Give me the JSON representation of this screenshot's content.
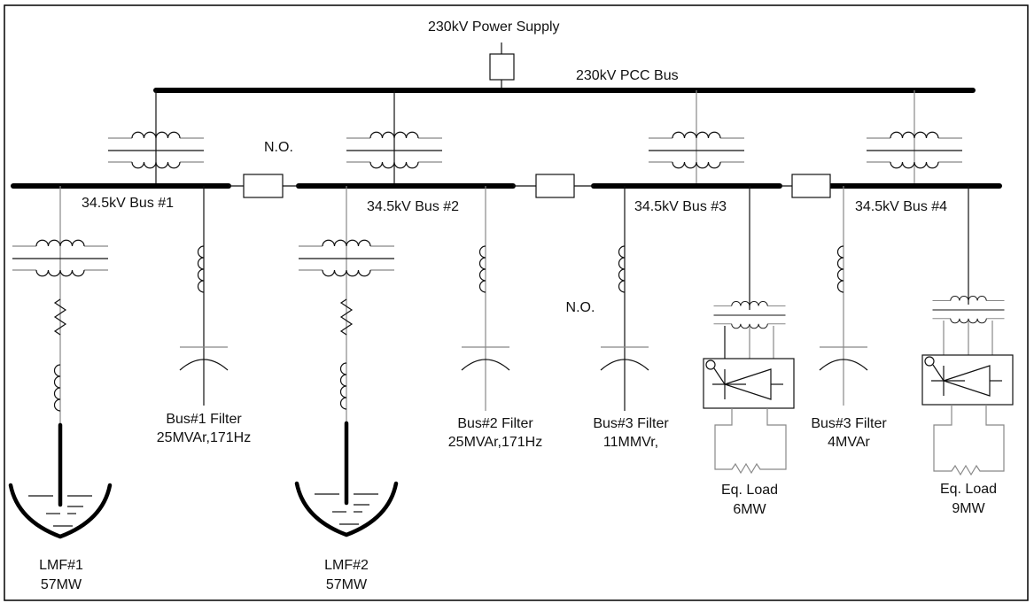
{
  "diagram": {
    "type": "single-line electrical diagram",
    "supply": {
      "label": "230kV Power Supply"
    },
    "pcc_bus": {
      "label": "230kV PCC Bus"
    },
    "buses": [
      {
        "id": "bus1",
        "label": "34.5kV Bus #1"
      },
      {
        "id": "bus2",
        "label": "34.5kV Bus #2"
      },
      {
        "id": "bus3",
        "label": "34.5kV Bus #3"
      },
      {
        "id": "bus4",
        "label": "34.5kV Bus #4"
      }
    ],
    "tie_breakers": [
      {
        "between": "bus1-bus2",
        "status_label": "N.O."
      },
      {
        "between": "bus2-bus3",
        "status_label": ""
      },
      {
        "between": "bus3-bus4",
        "status_label": ""
      }
    ],
    "loads": [
      {
        "id": "lmf1",
        "name": "LMF#1",
        "rating": "57MW",
        "bus": "bus1",
        "type": "ladle melt furnace"
      },
      {
        "id": "lmf2",
        "name": "LMF#2",
        "rating": "57MW",
        "bus": "bus2",
        "type": "ladle melt furnace"
      },
      {
        "id": "eq6",
        "name": "Eq. Load",
        "rating": "6MW",
        "bus": "bus3",
        "type": "rectifier load"
      },
      {
        "id": "eq9",
        "name": "Eq. Load",
        "rating": "9MW",
        "bus": "bus4",
        "type": "rectifier load"
      }
    ],
    "filters": [
      {
        "id": "f1",
        "name": "Bus#1 Filter",
        "rating": "25MVAr,171Hz",
        "bus": "bus1"
      },
      {
        "id": "f2",
        "name": "Bus#2 Filter",
        "rating": "25MVAr,171Hz",
        "bus": "bus2"
      },
      {
        "id": "f3",
        "name": "Bus#3 Filter",
        "rating": "11MMVr,",
        "bus": "bus3",
        "status_label": "N.O."
      },
      {
        "id": "f4",
        "name": "Bus#3 Filter",
        "rating": "4MVAr",
        "bus": "bus4"
      }
    ]
  }
}
